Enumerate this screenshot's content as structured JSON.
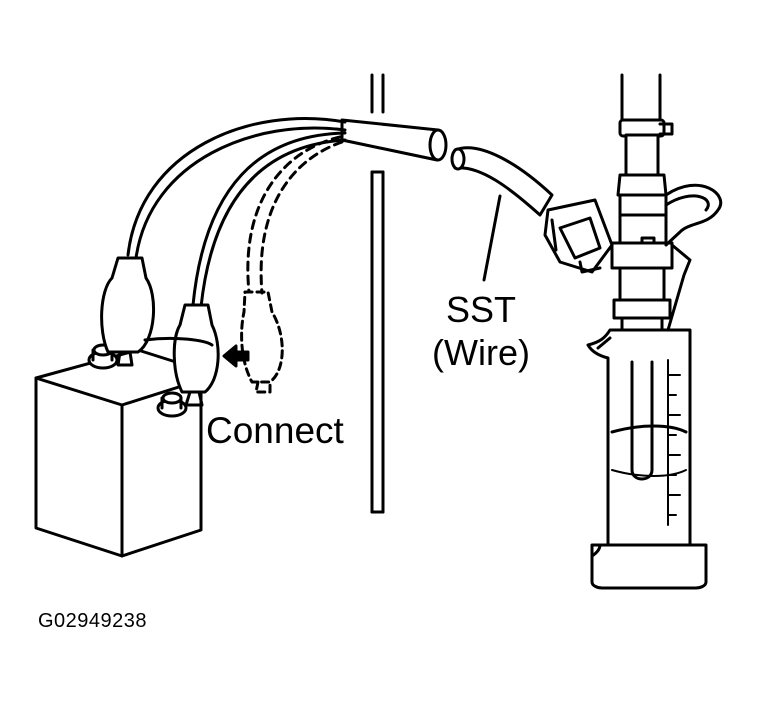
{
  "labels": {
    "connect": "Connect",
    "sst_line1": "SST",
    "sst_line2": "(Wire)",
    "figure_code": "G02949238"
  },
  "colors": {
    "ink": "#000000",
    "paper": "#ffffff"
  }
}
